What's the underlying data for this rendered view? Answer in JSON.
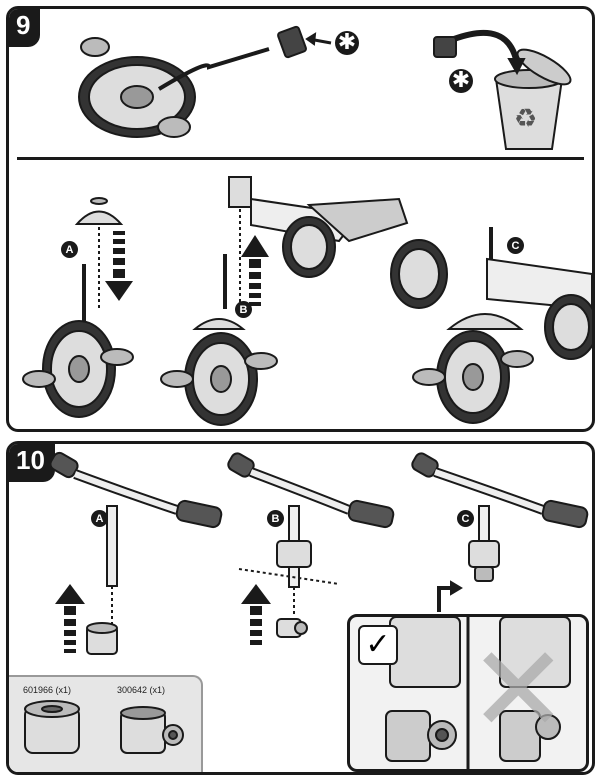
{
  "steps": {
    "step9": "9",
    "step10": "10"
  },
  "markers": {
    "star": "✱",
    "a": "A",
    "b": "B",
    "c": "C",
    "check": "✓",
    "cross": "✕"
  },
  "parts": [
    {
      "id": "601966 (x1)"
    },
    {
      "id": "300642 (x1)"
    }
  ],
  "colors": {
    "ink": "#1a1a1a",
    "panel_bg": "#ffffff",
    "parts_bg": "#e6e6e6",
    "inset_bg": "#f2f2f2"
  }
}
